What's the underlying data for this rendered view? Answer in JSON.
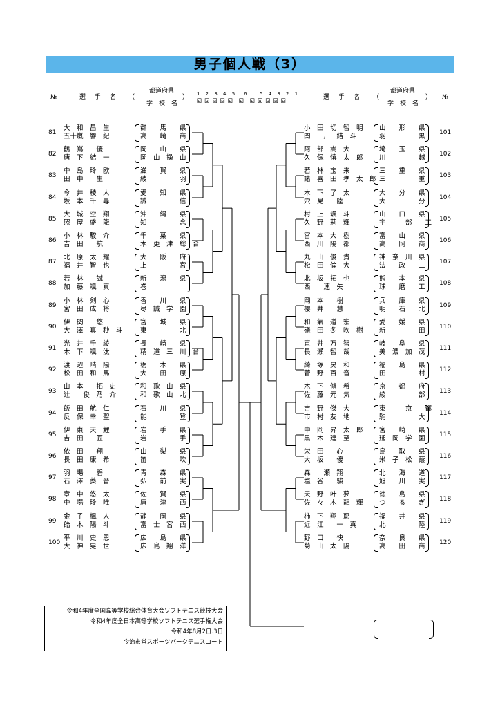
{
  "title": "男子個人戦（3）",
  "header": {
    "no_label": "№",
    "player_label": "選　手　名",
    "pref_label": "都道府県",
    "school_label": "学　校　名",
    "rounds_left": "1 2 3 4 5　6",
    "rounds_right": "5 4 3 2 1",
    "round_unit": "回 回 回 回 回　回　回 回 回 回 回",
    "paren_open": "（",
    "paren_close": "）"
  },
  "left": [
    {
      "no": "81",
      "p1": "大　和　昌　生",
      "p2": "五十嵐　響　紀",
      "s1": "群　　馬　　県",
      "s2": "高　　崎　　商"
    },
    {
      "no": "82",
      "p1": "鶴　嶌　　優",
      "p2": "唐　下　結　一",
      "s1": "岡　　山　　県",
      "s2": "岡　山　操　山"
    },
    {
      "no": "83",
      "p1": "中　島　玲　欧",
      "p2": "田　中　　生",
      "s1": "滋　　賀　　県",
      "s2": "綾　　　　　羽"
    },
    {
      "no": "84",
      "p1": "今　井　稜　人",
      "p2": "坂　本　千　尋",
      "s1": "愛　　知　　県",
      "s2": "誠　　　　　信"
    },
    {
      "no": "85",
      "p1": "大　城　空　翔",
      "p2": "照　屋　盛　龍",
      "s1": "沖　　縄　　県",
      "s2": "知　　　　　念"
    },
    {
      "no": "86",
      "p1": "小　林　駿　介",
      "p2": "吉　田　　航",
      "s1": "千　　葉　　県",
      "s2": "木　更　津　総　合"
    },
    {
      "no": "87",
      "p1": "北　原　太　耀",
      "p2": "福　井　智　也",
      "s1": "大　　阪　　府",
      "s2": "上　　　　　宮"
    },
    {
      "no": "88",
      "p1": "若　林　　誠",
      "p2": "加　藤　颯　真",
      "s1": "新　　潟　　県",
      "s2": "巻　　　　　　"
    },
    {
      "no": "89",
      "p1": "小　林　剣　心",
      "p2": "宮　田　成　将",
      "s1": "香　　川　　県",
      "s2": "尽　誠　学　園"
    },
    {
      "no": "90",
      "p1": "伊　関　　悠",
      "p2": "大　澤　真　秒　斗",
      "s1": "宮　　城　　県",
      "s2": "東　　　　　北"
    },
    {
      "no": "91",
      "p1": "光　井　千　綾",
      "p2": "木　下　颯　汰",
      "s1": "長　　崎　　県",
      "s2": "精　道　三　川　台"
    },
    {
      "no": "92",
      "p1": "渡　辺　晴　陽",
      "p2": "松　田　和　馬",
      "s1": "栃　　木　　県",
      "s2": "大　　田　　原"
    },
    {
      "no": "93",
      "p1": "山　本　　拓　史",
      "p2": "辻　　俊　乃　介",
      "s1": "和　歌　山　県",
      "s2": "和　歌　山　北"
    },
    {
      "no": "94",
      "p1": "飯　田　航　仁",
      "p2": "反　保　幸　聖",
      "s1": "石　　川　　県",
      "s2": "能　　　　　登"
    },
    {
      "no": "95",
      "p1": "伊　東　天　鯉",
      "p2": "吉　田　　匠",
      "s1": "岩　　手　　県",
      "s2": "岩　　　　　手"
    },
    {
      "no": "96",
      "p1": "依　田　　翔",
      "p2": "長　田　康　希",
      "s1": "山　　梨　　県",
      "s2": "笛　　　　　吹"
    },
    {
      "no": "97",
      "p1": "羽　場　　碧",
      "p2": "石　澤　葵　音",
      "s1": "青　　森　　県",
      "s2": "弘　　前　　実"
    },
    {
      "no": "98",
      "p1": "章　中　悠　太",
      "p2": "中　場　玲　唯",
      "s1": "佐　　賀　　県",
      "s2": "唐　　津　　西"
    },
    {
      "no": "99",
      "p1": "金　子　楓　人",
      "p2": "飴　木　陽　斗",
      "s1": "静　　岡　　県",
      "s2": "富　士　宮　西"
    },
    {
      "no": "100",
      "p1": "平　川　史　恩",
      "p2": "大　神　晃　世",
      "s1": "広　　島　　県",
      "s2": "広　島　翔　洋"
    }
  ],
  "right": [
    {
      "no": "101",
      "p1": "小　田　切　智　明",
      "p2": "関　　川　結　斗",
      "s1": "山　　形　　県",
      "s2": "羽　　　　　黒"
    },
    {
      "no": "102",
      "p1": "阿　部　嵩　大",
      "p2": "久　保　慎　太　郎",
      "s1": "埼　　玉　　県",
      "s2": "川　　　　　越"
    },
    {
      "no": "103",
      "p1": "若　林　宝　来",
      "p2": "諸　喜　田　孝　太　郎",
      "s1": "三　　重　　県",
      "s2": "三　　　　　重"
    },
    {
      "no": "104",
      "p1": "木　下　了　太",
      "p2": "穴　見　　陸",
      "s1": "大　　分　　県",
      "s2": "大　　　　　分"
    },
    {
      "no": "105",
      "p1": "村　上　颯　斗",
      "p2": "久　野　莉　輝",
      "s1": "山　　口　　県",
      "s2": "宇　　　部　　工"
    },
    {
      "no": "106",
      "p1": "宮　本　大　樹",
      "p2": "西　川　陽　都",
      "s1": "富　　山　　県",
      "s2": "高　　岡　　商"
    },
    {
      "no": "107",
      "p1": "丸　山　俊　貴",
      "p2": "松　田　倫　大",
      "s1": "神　奈　川　県",
      "s2": "法　　政　　二"
    },
    {
      "no": "108",
      "p1": "北　坂　拓　也",
      "p2": "西　　連　矢",
      "s1": "熊　　本　　県",
      "s2": "球　　磨　　工"
    },
    {
      "no": "109",
      "p1": "岡　本　　樹",
      "p2": "櫻　井　　慧",
      "s1": "兵　　庫　　県",
      "s2": "明　　石　　北"
    },
    {
      "no": "110",
      "p1": "和　氣　道　宏",
      "p2": "礒　田　冬　吹　樹",
      "s1": "愛　　媛　　県",
      "s2": "新　　　　　田"
    },
    {
      "no": "111",
      "p1": "直　井　万　智",
      "p2": "長　瀬　智　哉",
      "s1": "岐　　阜　　県",
      "s2": "美　濃　加　茂"
    },
    {
      "no": "112",
      "p1": "綺　塚　昊　和",
      "p2": "菅　野　百　音",
      "s1": "福　　島　　県",
      "s2": "田　　　　　村"
    },
    {
      "no": "113",
      "p1": "木　下　脩　希",
      "p2": "佐　藤　元　気",
      "s1": "京　　都　　府",
      "s2": "綾　　　　　部"
    },
    {
      "no": "114",
      "p1": "吉　野　傑　大",
      "p2": "市　村　友　地",
      "s1": "東　　　京　　都",
      "s2": "駒　　　　　大"
    },
    {
      "no": "115",
      "p1": "中　岡　昇　太　郎",
      "p2": "黒　木　建　至",
      "s1": "宮　　崎　　県",
      "s2": "延　岡　学　園"
    },
    {
      "no": "116",
      "p1": "栄　田　　心",
      "p2": "大　坂　　優",
      "s1": "鳥　　取　　県",
      "s2": "米　子　松　蔭"
    },
    {
      "no": "117",
      "p1": "森　　瀬　翔",
      "p2": "塩　谷　　駿",
      "s1": "北　　海　　道",
      "s2": "旭　　川　　実"
    },
    {
      "no": "118",
      "p1": "天　野　叶　夢",
      "p2": "佐　々　木　龍　輝",
      "s1": "徳　　島　　県",
      "s2": "つ　　る　　ぎ"
    },
    {
      "no": "119",
      "p1": "柿　下　翔　耶",
      "p2": "近　江　　一　真",
      "s1": "福　　井　　県",
      "s2": "北　　　　　陸"
    },
    {
      "no": "120",
      "p1": "野　口　　快",
      "p2": "菊　山　太　陽",
      "s1": "奈　　良　　県",
      "s2": "高　　田　　商"
    }
  ],
  "footer": {
    "line1": "令和4年度全国高等学校総合体育大会ソフトテニス競技大会",
    "line2": "令和4年度全日本高等学校ソフトテニス選手権大会",
    "line3": "令和4年8月2日.3日",
    "line4": "今治市営スポーツパークテニスコート"
  }
}
